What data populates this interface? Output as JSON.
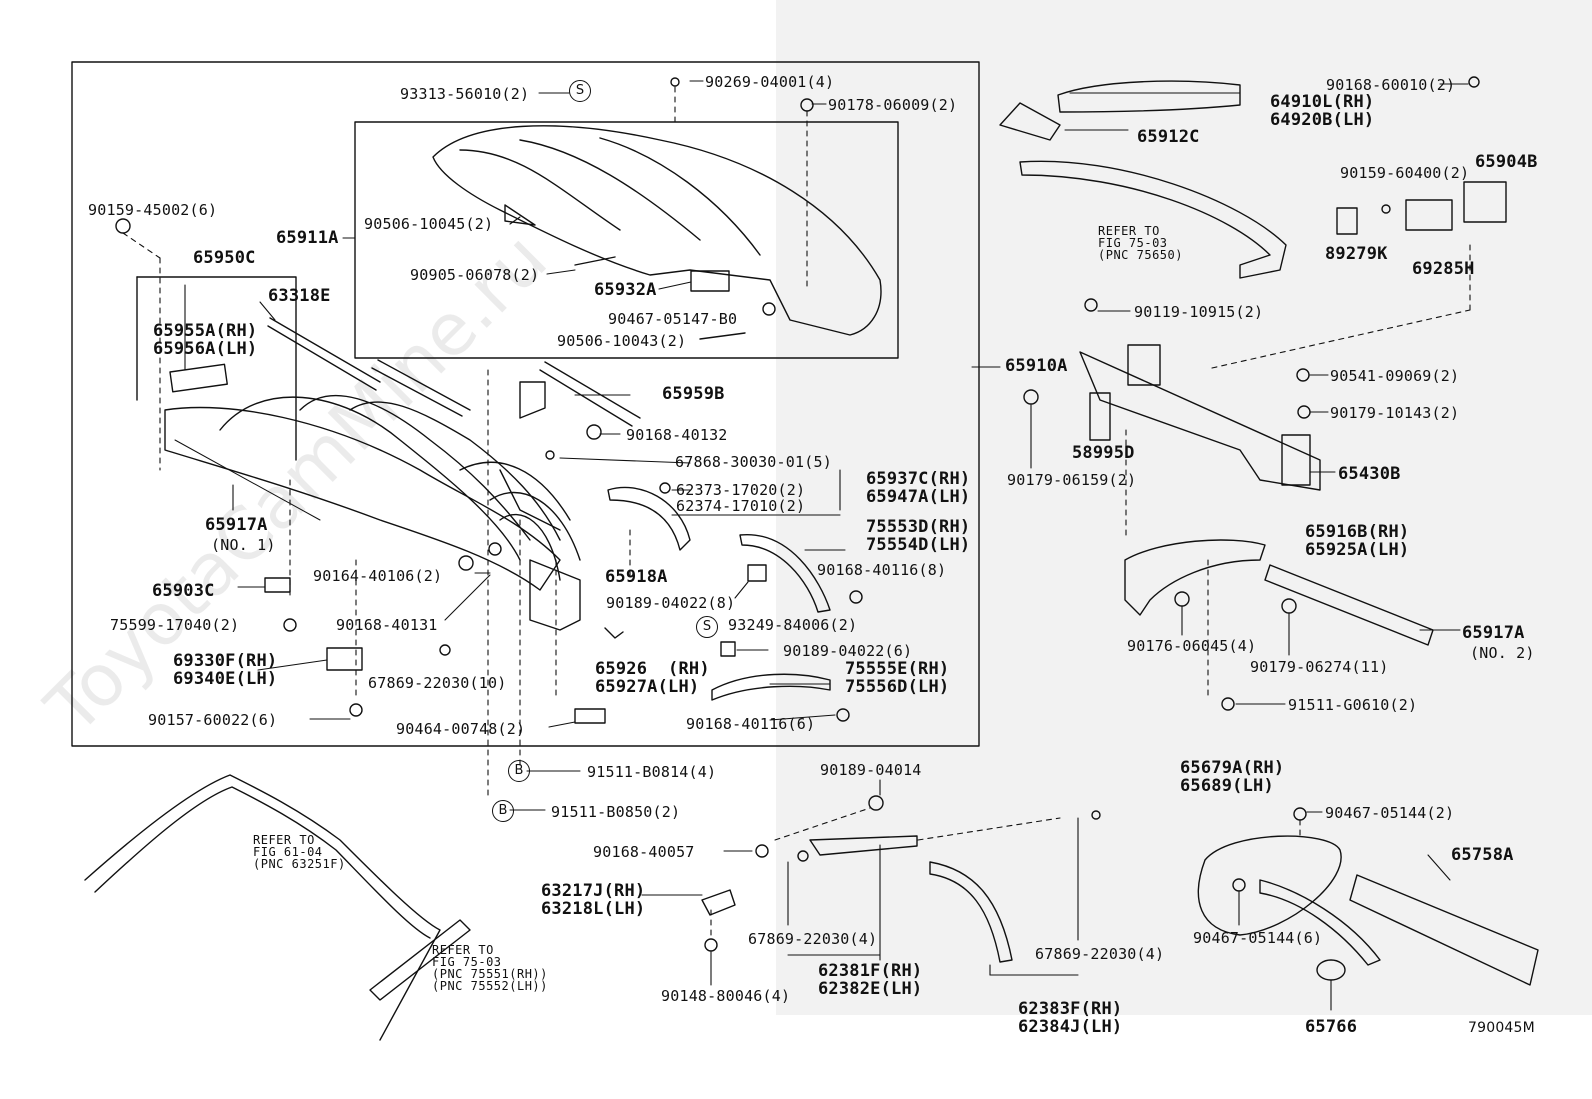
{
  "watermark": "ToyotaCamMine.ru",
  "figure_code": "790045M",
  "circle_marks": {
    "s1": "S",
    "s2": "S",
    "b1": "B",
    "b2": "B"
  },
  "notes": {
    "note1": "REFER TO\nFIG 75-03\n(PNC 75650)",
    "note2": "REFER TO\nFIG 61-04\n(PNC 63251F)",
    "note3": "REFER TO\nFIG 75-03\n(PNC 75551(RH))\n(PNC 75552(LH))"
  },
  "parts": {
    "p93313": "93313-56010(2)",
    "p90269": "90269-04001(4)",
    "p90178": "90178-06009(2)",
    "p90159a": "90159-45002(6)",
    "p65911": "65911A",
    "p90506a": "90506-10045(2)",
    "p90905": "90905-06078(2)",
    "p65950": "65950C",
    "p63318": "63318E",
    "p65932": "65932A",
    "p90467a": "90467-05147-B0",
    "p90506b": "90506-10043(2)",
    "p65955": "65955A(RH)\n65956A(LH)",
    "p65959": "65959B",
    "p90168a": "90168-40132",
    "p67868": "67868-30030-01(5)",
    "p62373": "62373-17020(2)\n62374-17010(2)",
    "p65937": "65937C(RH)\n65947A(LH)",
    "p65917a": "65917A",
    "p65917a_no": "(NO. 1)",
    "p75553": "75553D(RH)\n75554D(LH)",
    "p90164": "90164-40106(2)",
    "p65918": "65918A",
    "p65903": "65903C",
    "p90168b": "90168-40116(8)",
    "p90189a": "90189-04022(8)",
    "p75599": "75599-17040(2)",
    "p90168c": "90168-40131",
    "p93249": "93249-84006(2)",
    "p90189b": "90189-04022(6)",
    "p69330": "69330F(RH)\n69340E(LH)",
    "p65926": "65926  (RH)\n65927A(LH)",
    "p75555": "75555E(RH)\n75556D(LH)",
    "p67869a": "67869-22030(10)",
    "p90157": "90157-60022(6)",
    "p90464": "90464-00748(2)",
    "p90168d": "90168-40116(6)",
    "p91511a": "91511-B0814(4)",
    "p91511b": "91511-B0850(2)",
    "p64910": "64910L(RH)\n64920B(LH)",
    "p65912": "65912C",
    "p90168e": "90168-60010(2)",
    "p65904": "65904B",
    "p90159b": "90159-60400(2)",
    "p89279": "89279K",
    "p69285": "69285H",
    "p90119": "90119-10915(2)",
    "p65910": "65910A",
    "p90541": "90541-09069(2)",
    "p90179a": "90179-10143(2)",
    "p58995": "58995D",
    "p90179b": "90179-06159(2)",
    "p65430": "65430B",
    "p65916": "65916B(RH)\n65925A(LH)",
    "p65917b": "65917A",
    "p65917b_no": "(NO. 2)",
    "p90176": "90176-06045(4)",
    "p90179c": "90179-06274(11)",
    "p91511c": "91511-G0610(2)",
    "p90189c": "90189-04014",
    "p65679": "65679A(RH)\n65689(LH)",
    "p90467b": "90467-05144(2)",
    "p90168f": "90168-40057",
    "p65758": "65758A",
    "p63217": "63217J(RH)\n63218L(LH)",
    "p67869b": "67869-22030(4)",
    "p67869c": "67869-22030(4)",
    "p90467c": "90467-05144(6)",
    "p62381": "62381F(RH)\n62382E(LH)",
    "p62383": "62383F(RH)\n62384J(LH)",
    "p90148": "90148-80046(4)",
    "p65766": "65766"
  }
}
